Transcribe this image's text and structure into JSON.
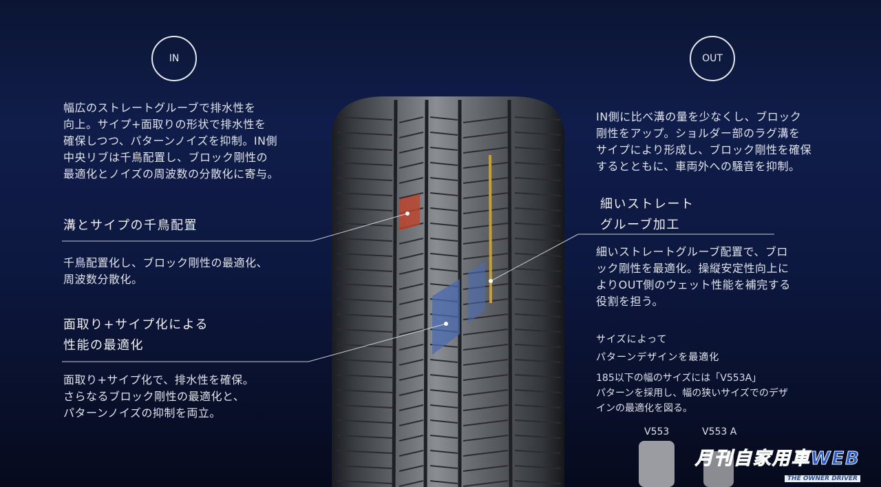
{
  "in_label": "IN",
  "out_label": "OUT",
  "in_text": "幅広のストレートグルーブで排水性を\n向上。サイプ+面取りの形状で排水性を\n確保しつつ、パターンノイズを抑制。IN側\n中央リブは千鳥配置し、ブロック剛性の\n最適化とノイズの周波数の分散化に寄与。",
  "out_text": "IN側に比べ溝の量を少なくし、ブロック\n剛性をアップ。ショルダー部のラグ溝を\nサイプにより形成し、ブロック剛性を確保\nするとともに、車両外への騒音を抑制。",
  "features": [
    {
      "title": "溝とサイプの千鳥配置",
      "text": "千鳥配置化し、ブロック剛性の最適化、\n周波数分散化。"
    },
    {
      "title": "面取り+サイプ化による\n性能の最適化",
      "text": "面取り+サイプ化で、排水性を確保。\nさらなるブロック剛性の最適化と、\nパターンノイズの抑制を両立。"
    },
    {
      "title": "細いストレート\nグルーブ加工",
      "text": "細いストレートグルーブ配置で、ブロ\nック剛性を最適化。操縦安定性向上に\nよりOUT側のウェット性能を補完する\n役割を担う。"
    }
  ],
  "size_note": {
    "title": "サイズによって\nパターンデザインを最適化",
    "text": "185以下の幅のサイズには「V553A」\nパターンを採用し、幅の狭いサイズでのデザ\nインの最適化を図る。",
    "models": [
      "V553",
      "V553 A"
    ]
  },
  "watermark": {
    "main": "月刊自家用車WEB",
    "sub": "THE OWNER DRIVER"
  },
  "colors": {
    "red": "#c0442a",
    "blue": "#4a6ab0",
    "yellow": "#c8a030"
  }
}
